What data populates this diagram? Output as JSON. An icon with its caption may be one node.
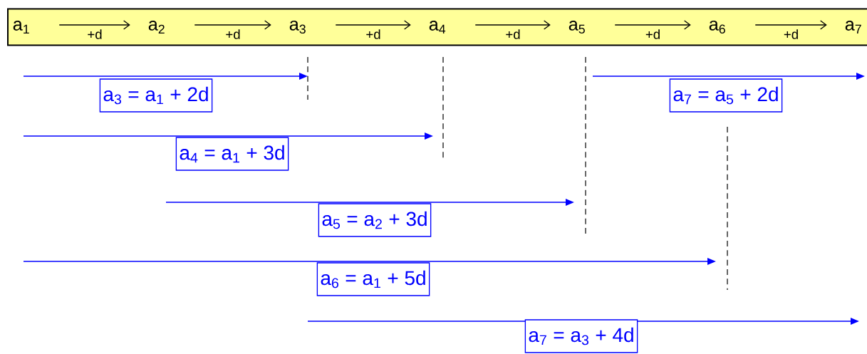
{
  "diagram": {
    "nodes": [
      {
        "text": [],
        "shape": "bar"
      },
      {
        "text": [
          "a$_{1}$"
        ],
        "in": 0
      },
      {
        "text": [
          "a$_{2}$"
        ],
        "in": 0
      },
      {
        "text": [
          "a$_{3}$"
        ],
        "in": 0
      },
      {
        "text": [
          "a$_{4}$"
        ],
        "in": 0
      },
      {
        "text": [
          "a$_{5}$"
        ],
        "in": 0
      },
      {
        "text": [
          "a$_{6}$"
        ],
        "in": 0
      },
      {
        "text": [
          "a$_{7}$"
        ],
        "in": 0
      },
      {
        "text": [
          "a$_{3}$ = a$_{1}$ + 2d"
        ]
      },
      {
        "text": [
          "a$_{7}$ = a$_{5}$ + 2d"
        ]
      },
      {
        "text": [
          "a$_{4}$ = a$_{1}$ + 3d"
        ]
      },
      {
        "text": [
          "a$_{5}$ = a$_{2}$ + 3d"
        ]
      },
      {
        "text": [
          "a$_{6}$ = a$_{1}$ + 5d"
        ]
      },
      {
        "text": [
          "a$_{7}$ = a$_{3}$ + 4d"
        ]
      }
    ],
    "edges": [
      {
        "from": 1,
        "to": 2,
        "arrow": "to",
        "label": "+d"
      },
      {
        "from": 2,
        "to": 3,
        "arrow": "to",
        "label": "+d"
      },
      {
        "from": 3,
        "to": 4,
        "arrow": "to",
        "label": "+d"
      },
      {
        "from": 4,
        "to": 5,
        "arrow": "to",
        "label": "+d"
      },
      {
        "from": 5,
        "to": 6,
        "arrow": "to",
        "label": "+d"
      },
      {
        "from": 6,
        "to": 7,
        "arrow": "to",
        "label": "+d"
      }
    ]
  }
}
